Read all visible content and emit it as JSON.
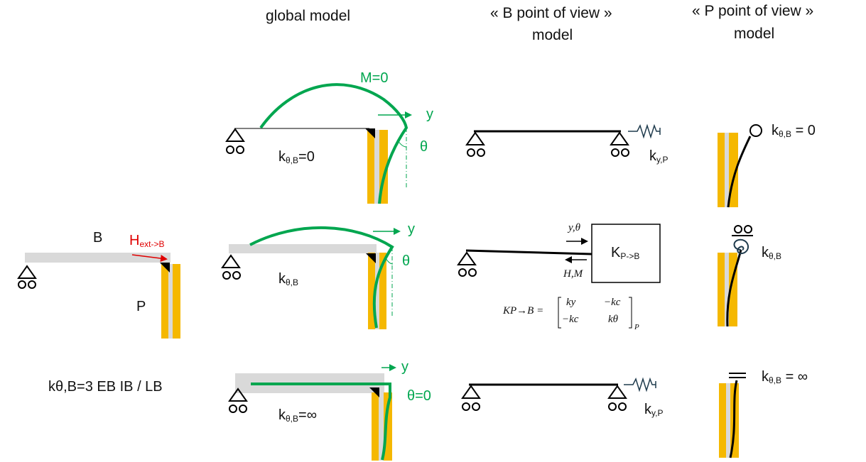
{
  "headers": {
    "global": "global model",
    "b_view_1": "« B point of view »",
    "b_view_2": "model",
    "p_view_1": "« P point of view »",
    "p_view_2": "model"
  },
  "left": {
    "beam_label": "B",
    "pile_label": "P",
    "force_main": "H",
    "force_sub": "ext->B",
    "formula": "kθ,B=3 EB IB / LB"
  },
  "row1": {
    "moment": "M=0",
    "y": "y",
    "theta": "θ",
    "k_main": "k",
    "k_sub": "θ,B",
    "k_tail": "=0",
    "spring_main": "k",
    "spring_sub": "y,P",
    "p_k_main": "k",
    "p_k_sub": "θ,B",
    "p_k_tail": " = 0"
  },
  "row2": {
    "y": "y",
    "theta": "θ",
    "k_main": "k",
    "k_sub": "θ,B",
    "arrow_in": "y,θ",
    "arrow_out": "H,M",
    "box_main": "K",
    "box_sub": "P->B",
    "matrix": {
      "lhs": "KP→B =",
      "a11": "ky",
      "a12": "−kc",
      "a21": "−kc",
      "a22": "kθ",
      "subscript": "P"
    },
    "p_k_main": "k",
    "p_k_sub": "θ,B"
  },
  "row3": {
    "y": "y",
    "theta": "θ=0",
    "k_main": "k",
    "k_sub": "θ,B",
    "k_tail": "=∞",
    "spring_main": "k",
    "spring_sub": "y,P",
    "p_k_main": "k",
    "p_k_sub": "θ,B",
    "p_k_tail": " = ∞"
  },
  "colors": {
    "pile": "#f5b800",
    "beam": "#d9d9d9",
    "deformed": "#00a64f",
    "force": "#e00000",
    "spring": "#1f3b4d"
  }
}
